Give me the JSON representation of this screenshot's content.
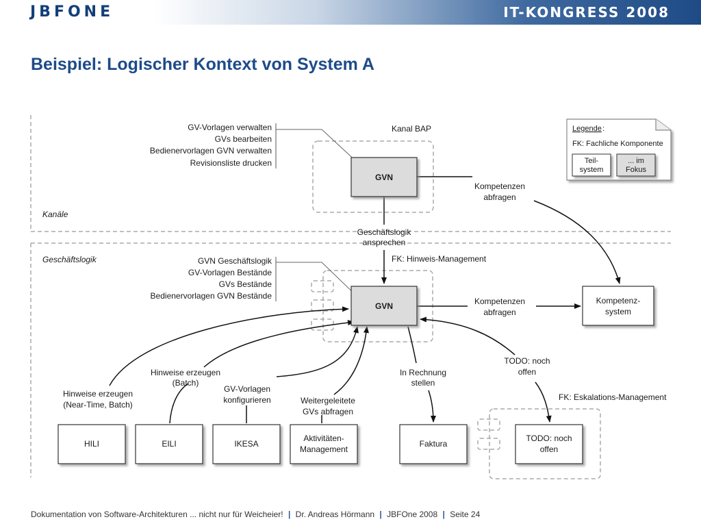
{
  "header": {
    "logo_text": "JBFONE",
    "congress_title": "IT-KONGRESS 2008"
  },
  "slide_title": "Beispiel: Logischer Kontext von System A",
  "diagram": {
    "zones": {
      "kanaele": "Kanäle",
      "geschaeftslogik": "Geschäftslogik"
    },
    "channel_name": "Kanal BAP",
    "fk_hinweis": "FK: Hinweis-Management",
    "fk_eskalation": "FK: Eskalations-Management",
    "legend": {
      "title": "Legende",
      "colon": ":",
      "fk_line": "FK: Fachliche Komponente",
      "teil_1": "Teil-",
      "teil_2": "system",
      "fokus_1": "... im",
      "fokus_2": "Fokus"
    },
    "gvn_top": {
      "label": "GVN",
      "functions": [
        "GV-Vorlagen verwalten",
        "GVs bearbeiten",
        "Bedienervorlagen GVN verwalten",
        "Revisionsliste drucken"
      ]
    },
    "gvn_main": {
      "label": "GVN",
      "functions": [
        "GVN Geschäftslogik",
        "GV-Vorlagen Bestände",
        "GVs Bestände",
        "Bedienervorlagen GVN Bestände"
      ]
    },
    "boxes": {
      "kompetenz_1": "Kompetenz-",
      "kompetenz_2": "system",
      "hili": "HILI",
      "eili": "EILI",
      "ikesa": "IKESA",
      "aktivitaeten_1": "Aktivitäten-",
      "aktivitaeten_2": "Management",
      "faktura": "Faktura",
      "todo_1": "TODO: noch",
      "todo_2": "offen"
    },
    "edges": {
      "kompetenzen_top": [
        "Kompetenzen",
        "abfragen"
      ],
      "geschaeftslogik": [
        "Geschäftslogik",
        "ansprechen"
      ],
      "kompetenzen_mid": [
        "Kompetenzen",
        "abfragen"
      ],
      "hinweise_near": [
        "Hinweise erzeugen",
        "(Near-Time, Batch)"
      ],
      "hinweise_batch": [
        "Hinweise erzeugen",
        "(Batch)"
      ],
      "gv_vorlagen": [
        "GV-Vorlagen",
        "konfigurieren"
      ],
      "weitergeleitete": [
        "Weitergeleitete",
        "GVs abfragen"
      ],
      "rechnung": [
        "In Rechnung",
        "stellen"
      ],
      "todo": [
        "TODO: noch",
        "offen"
      ]
    }
  },
  "footer": {
    "part1": "Dokumentation von Software-Architekturen ... nicht nur für Weicheier!",
    "part2": "Dr. Andreas Hörmann",
    "part3": "JBFOne 2008",
    "part4": "Seite 24",
    "separator": "|"
  }
}
